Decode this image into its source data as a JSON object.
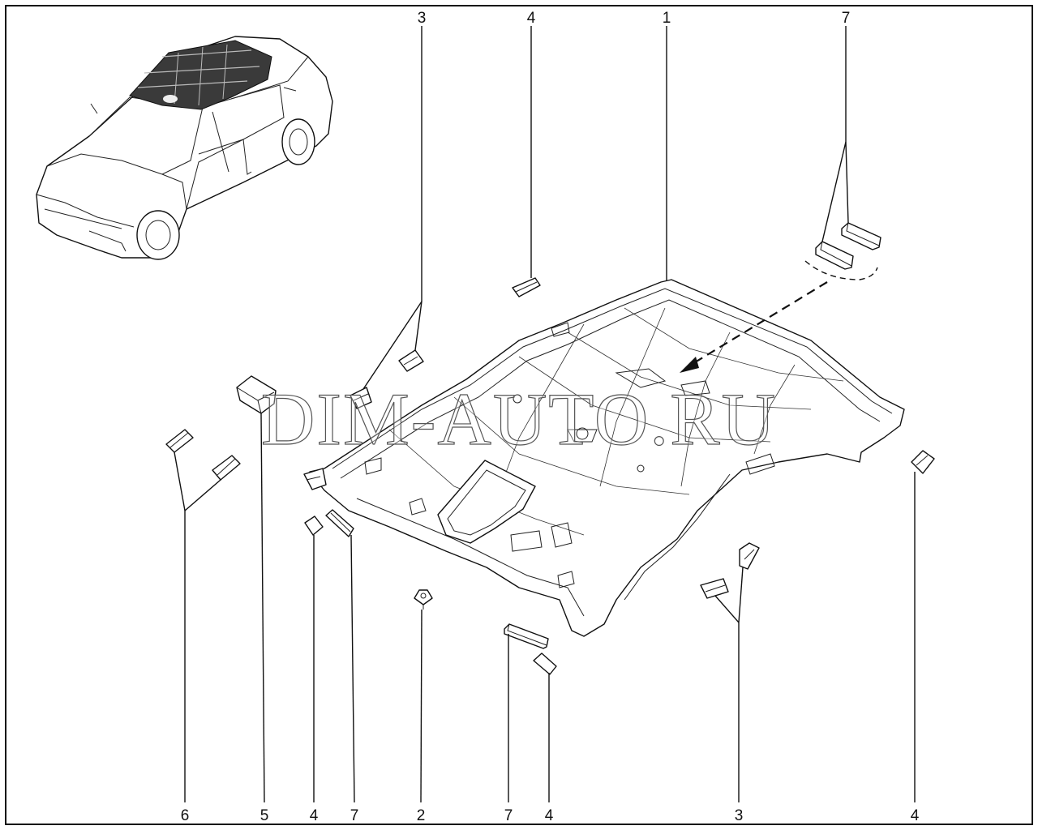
{
  "watermark": "DIM-AUTO.RU",
  "callouts": {
    "top_3": "3",
    "top_4": "4",
    "top_1": "1",
    "top_7": "7",
    "bottom_6": "6",
    "bottom_5": "5",
    "bottom_4a": "4",
    "bottom_7a": "7",
    "bottom_2": "2",
    "bottom_7b": "7",
    "bottom_4b": "4",
    "bottom_3": "3",
    "bottom_4c": "4"
  }
}
